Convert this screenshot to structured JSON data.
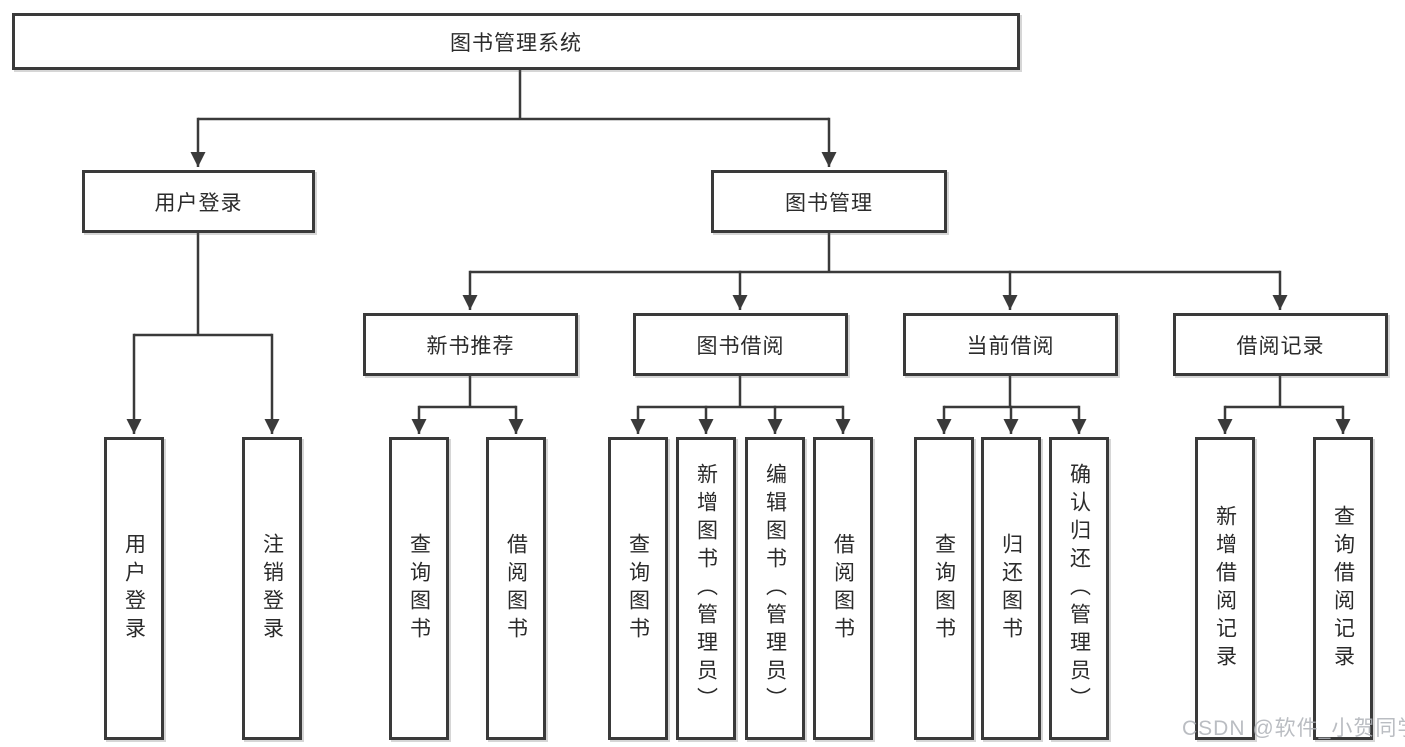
{
  "colors": {
    "line": "#3a3a3a",
    "box_border": "#3a3a3a",
    "text": "#2b2b2b",
    "background": "#ffffff",
    "watermark": "#afb2b8"
  },
  "tree": {
    "root": {
      "label": "图书管理系统"
    },
    "branches": [
      {
        "label": "用户登录",
        "children": [
          {
            "label": "用户登录"
          },
          {
            "label": "注销登录"
          }
        ]
      },
      {
        "label": "图书管理",
        "modules": [
          {
            "label": "新书推荐",
            "children": [
              {
                "label": "查询图书"
              },
              {
                "label": "借阅图书"
              }
            ]
          },
          {
            "label": "图书借阅",
            "children": [
              {
                "label": "查询图书"
              },
              {
                "label": "新增图书（管理员）"
              },
              {
                "label": "编辑图书（管理员）"
              },
              {
                "label": "借阅图书"
              }
            ]
          },
          {
            "label": "当前借阅",
            "children": [
              {
                "label": "查询图书"
              },
              {
                "label": "归还图书"
              },
              {
                "label": "确认归还（管理员）"
              }
            ]
          },
          {
            "label": "借阅记录",
            "children": [
              {
                "label": "新增借阅记录"
              },
              {
                "label": "查询借阅记录"
              }
            ]
          }
        ]
      }
    ]
  },
  "watermark": {
    "text": "CSDN @软件_小贺同学"
  }
}
